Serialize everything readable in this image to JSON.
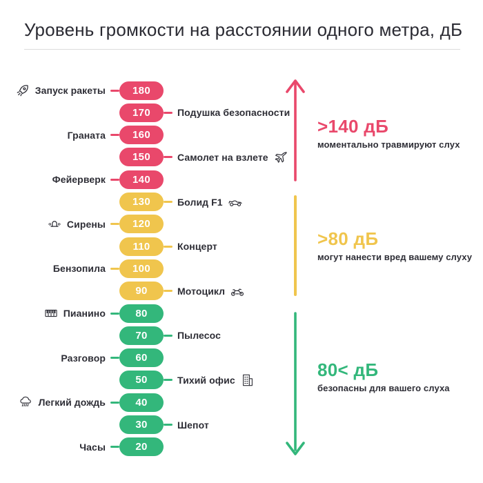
{
  "title": "Уровень громкости на расстоянии одного метра, дБ",
  "colors": {
    "danger": "#E9486B",
    "warning": "#F0C54D",
    "safe": "#33B77B",
    "text": "#2D2D35"
  },
  "rows": [
    {
      "value": "180",
      "label": "Запуск ракеты",
      "side": "left",
      "zone": "danger",
      "icon": "rocket-icon"
    },
    {
      "value": "170",
      "label": "Подушка безопасности",
      "side": "right",
      "zone": "danger",
      "icon": null
    },
    {
      "value": "160",
      "label": "Граната",
      "side": "left",
      "zone": "danger",
      "icon": null
    },
    {
      "value": "150",
      "label": "Самолет на взлете",
      "side": "right",
      "zone": "danger",
      "icon": "airplane-icon"
    },
    {
      "value": "140",
      "label": "Фейерверк",
      "side": "left",
      "zone": "danger",
      "icon": null
    },
    {
      "value": "130",
      "label": "Болид F1",
      "side": "right",
      "zone": "warning",
      "icon": "f1-car-icon"
    },
    {
      "value": "120",
      "label": "Сирены",
      "side": "left",
      "zone": "warning",
      "icon": "siren-icon"
    },
    {
      "value": "110",
      "label": "Концерт",
      "side": "right",
      "zone": "warning",
      "icon": null
    },
    {
      "value": "100",
      "label": "Бензопила",
      "side": "left",
      "zone": "warning",
      "icon": null
    },
    {
      "value": "90",
      "label": "Мотоцикл",
      "side": "right",
      "zone": "warning",
      "icon": "motorcycle-icon"
    },
    {
      "value": "80",
      "label": "Пианино",
      "side": "left",
      "zone": "safe",
      "icon": "piano-icon"
    },
    {
      "value": "70",
      "label": "Пылесос",
      "side": "right",
      "zone": "safe",
      "icon": null
    },
    {
      "value": "60",
      "label": "Разговор",
      "side": "left",
      "zone": "safe",
      "icon": null
    },
    {
      "value": "50",
      "label": "Тихий офис",
      "side": "right",
      "zone": "safe",
      "icon": "office-building-icon"
    },
    {
      "value": "40",
      "label": "Легкий дождь",
      "side": "left",
      "zone": "safe",
      "icon": "rain-cloud-icon"
    },
    {
      "value": "30",
      "label": "Шепот",
      "side": "right",
      "zone": "safe",
      "icon": null
    },
    {
      "value": "20",
      "label": "Часы",
      "side": "left",
      "zone": "safe",
      "icon": null
    }
  ],
  "legend": [
    {
      "heading": ">140 дБ",
      "sub": "моментально травмируют слух",
      "zone": "danger",
      "arrow": "up"
    },
    {
      "heading": ">80 дБ",
      "sub": "могут нанести вред вашему слуху",
      "zone": "warning",
      "arrow": "none"
    },
    {
      "heading": "80< дБ",
      "sub": "безопасны для вашего слуха",
      "zone": "safe",
      "arrow": "down"
    }
  ],
  "chart_data": {
    "type": "table",
    "title": "Уровень громкости на расстоянии одного метра, дБ",
    "ylabel": "дБ",
    "ylim": [
      20,
      180
    ],
    "categories": [
      "Запуск ракеты",
      "Подушка безопасности",
      "Граната",
      "Самолет на взлете",
      "Фейерверк",
      "Болид F1",
      "Сирены",
      "Концерт",
      "Бензопила",
      "Мотоцикл",
      "Пианино",
      "Пылесос",
      "Разговор",
      "Тихий офис",
      "Легкий дождь",
      "Шепот",
      "Часы"
    ],
    "values": [
      180,
      170,
      160,
      150,
      140,
      130,
      120,
      110,
      100,
      90,
      80,
      70,
      60,
      50,
      40,
      30,
      20
    ],
    "zones": [
      {
        "label": ">140 дБ",
        "note": "моментально травмируют слух",
        "range": [
          140,
          180
        ],
        "color": "#E9486B"
      },
      {
        "label": ">80 дБ",
        "note": "могут нанести вред вашему слуху",
        "range": [
          90,
          130
        ],
        "color": "#F0C54D"
      },
      {
        "label": "80< дБ",
        "note": "безопасны для вашего слуха",
        "range": [
          20,
          80
        ],
        "color": "#33B77B"
      }
    ]
  }
}
